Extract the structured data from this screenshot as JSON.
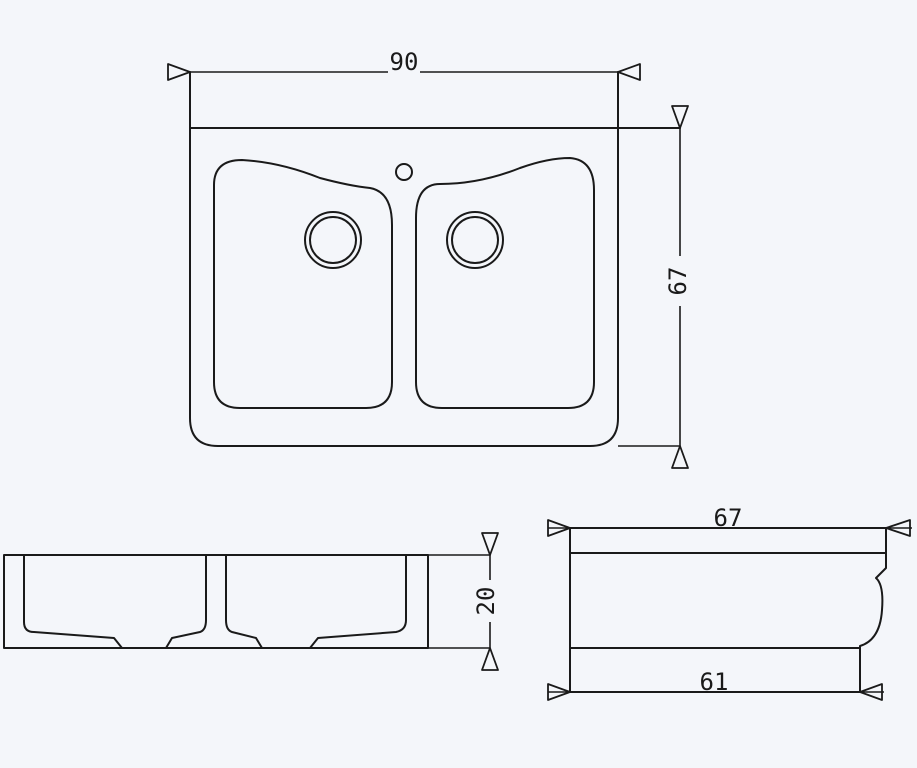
{
  "top_view": {
    "width_label": "90",
    "depth_label": "67"
  },
  "front_view": {
    "height_label": "20"
  },
  "side_view": {
    "top_label": "67",
    "bottom_label": "61"
  },
  "colors": {
    "line": "#1a1a1a",
    "paper": "#f4f6fa"
  }
}
